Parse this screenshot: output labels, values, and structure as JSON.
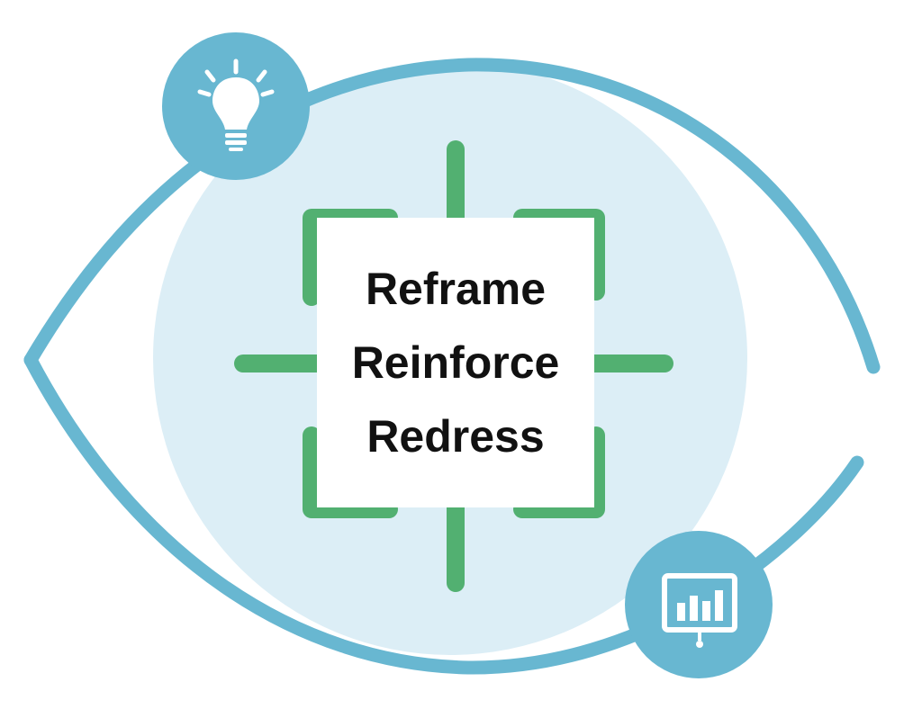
{
  "words": [
    "Reframe",
    "Reinforce",
    "Redress"
  ],
  "icons": {
    "top_left": "lightbulb-icon",
    "bottom_right": "presentation-chart-icon"
  },
  "colors": {
    "eye_outline": "#68b7d1",
    "iris": "#dceef6",
    "icon_circle": "#68b7d1",
    "target_marks": "#52b071",
    "text": "#111111",
    "background": "#ffffff"
  }
}
